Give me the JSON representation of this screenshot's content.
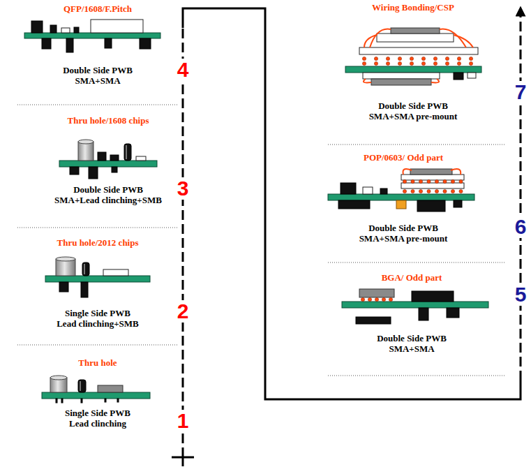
{
  "diagram": {
    "nodes": [
      {
        "text": [
          "Thru hole",
          "Single Side PWB Lead clinching"
        ]
      },
      {
        "text": [
          "Thru hole/2012 chips",
          "Single Side PWB Lead clinching+SMB"
        ]
      },
      {
        "text": [
          "Thru hole/1608 chips",
          "Double Side PWB SMA+Lead clinching+SMB"
        ]
      },
      {
        "text": [
          "QFP/1608/F.Pitch",
          "Double Side PWB SMA+SMA"
        ]
      },
      {
        "text": [
          "BGA/ Odd part",
          "Double Side PWB SMA+SMA"
        ]
      },
      {
        "text": [
          "POP/0603/ Odd part",
          "Double Side PWB SMA+SMA pre-mount"
        ]
      },
      {
        "text": [
          "Wiring Bonding/CSP",
          "Double Side PWB SMA+SMA pre-mount"
        ]
      }
    ],
    "labels": [
      "1",
      "2",
      "3",
      "4",
      "5",
      "6",
      "7"
    ]
  }
}
